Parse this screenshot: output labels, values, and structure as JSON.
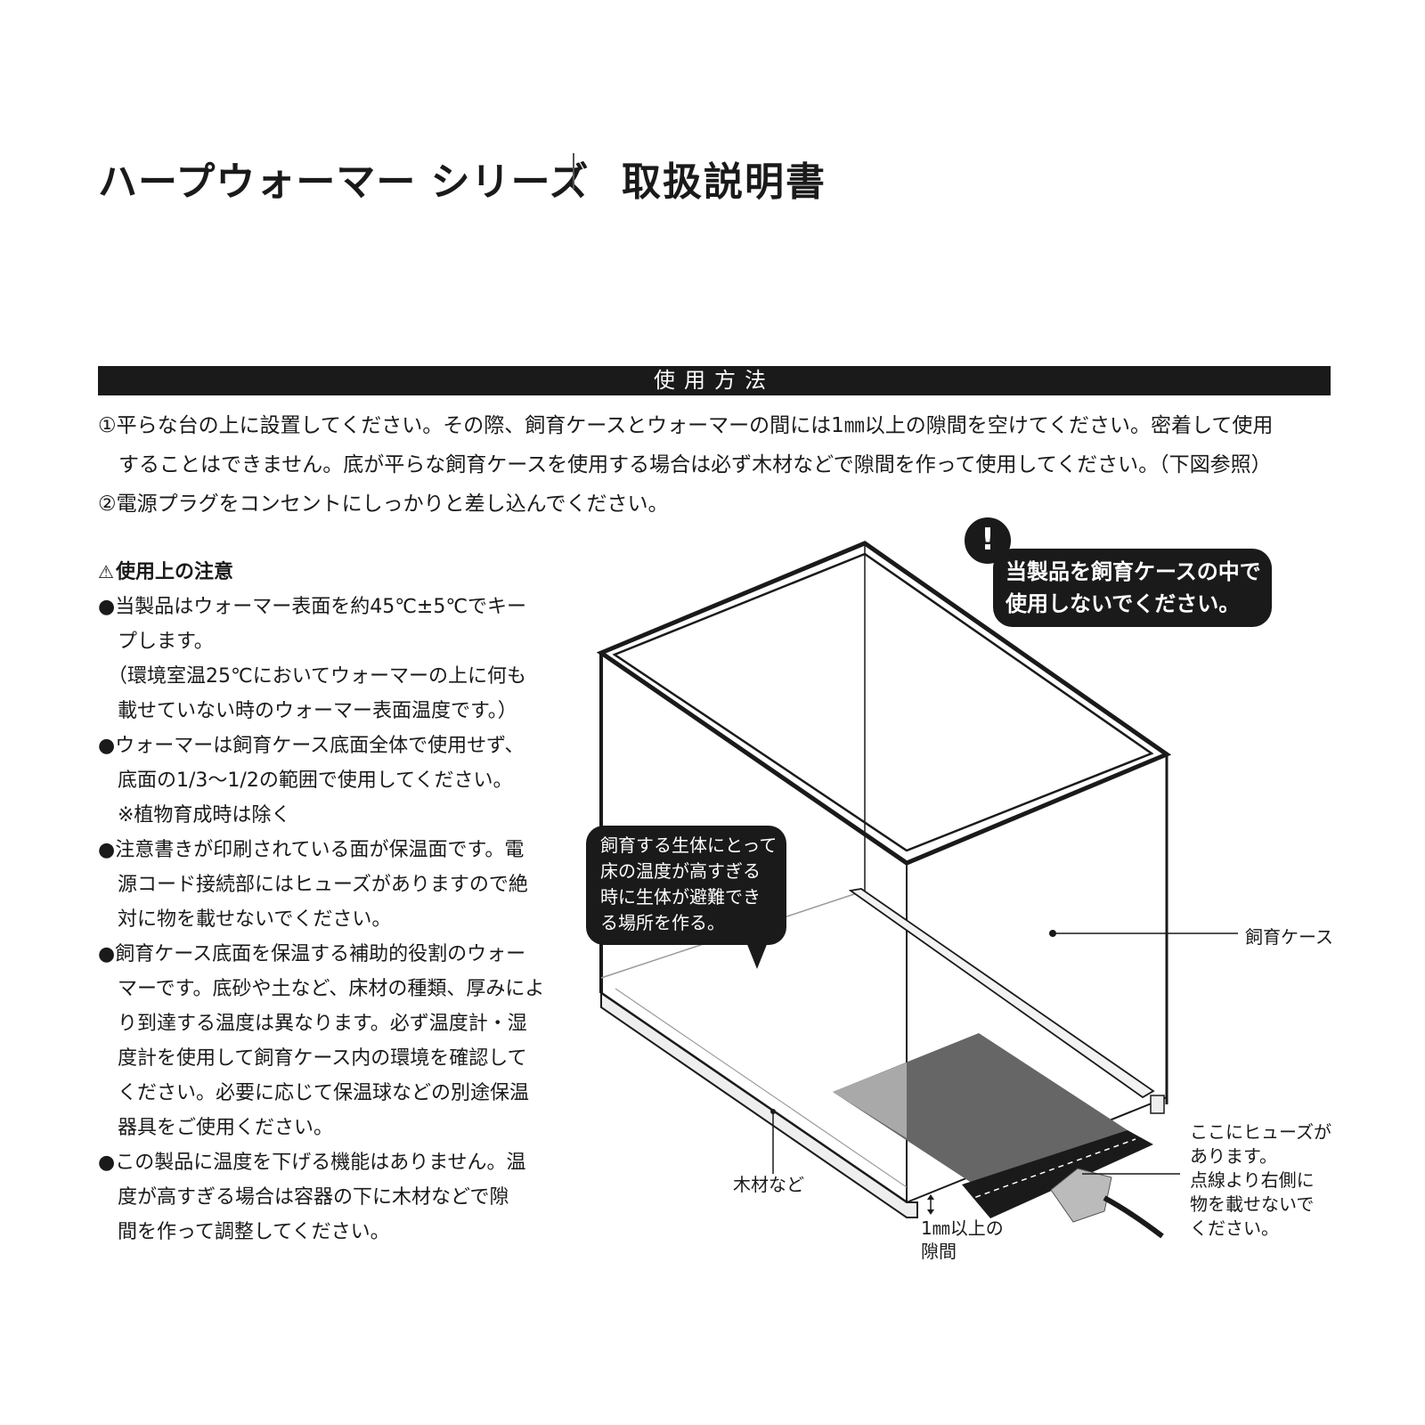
{
  "header": {
    "title": "ハープウォーマー シリーズ",
    "subtitle": "取扱説明書"
  },
  "section": {
    "heading": "使用方法"
  },
  "instructions": {
    "line1": "①平らな台の上に設置してください。その際、飼育ケースとウォーマーの間には1㎜以上の隙間を空けてください。密着して使用",
    "line1b": "することはできません。底が平らな飼育ケースを使用する場合は必ず木材などで隙間を作って使用してください。（下図参照）",
    "line2": "②電源プラグをコンセントにしっかりと差し込んでください。"
  },
  "cautions": {
    "icon": "warning-triangle-icon",
    "title": "使用上の注意",
    "lines": [
      "●当製品はウォーマー表面を約45℃±5℃でキー",
      "　プします。",
      "　（環境室温25℃においてウォーマーの上に何も",
      "　載せていない時のウォーマー表面温度です。）",
      "●ウォーマーは飼育ケース底面全体で使用せず、",
      "　底面の1/3〜1/2の範囲で使用してください。",
      "　※植物育成時は除く",
      "●注意書きが印刷されている面が保温面です。電",
      "　源コード接続部にはヒューズがありますので絶",
      "　対に物を載せないでください。",
      "●飼育ケース底面を保温する補助的役割のウォー",
      "　マーです。底砂や土など、床材の種類、厚みによ",
      "　り到達する温度は異なります。必ず温度計・湿",
      "　度計を使用して飼育ケース内の環境を確認して",
      "　ください。必要に応じて保温球などの別途保温",
      "　器具をご使用ください。",
      "●この製品に温度を下げる機能はありません。温",
      "　度が高すぎる場合は容器の下に木材などで隙",
      "　間を作って調整してください。"
    ]
  },
  "diagram": {
    "warning_icon": "exclamation-icon",
    "warning_lines": [
      "当製品を飼育ケースの中で",
      "使用しないでください。"
    ],
    "tip_lines": [
      "飼育する生体にとって",
      "床の温度が高すぎる",
      "時に生体が避難でき",
      "る場所を作る。"
    ],
    "label_case": "飼育ケース",
    "label_wood": "木材など",
    "gap_lines": [
      "1㎜以上の",
      "隙間"
    ],
    "fuse_lines": [
      "ここにヒューズが",
      "あります。",
      "点線より右側に",
      "物を載せないで",
      "ください。"
    ]
  }
}
